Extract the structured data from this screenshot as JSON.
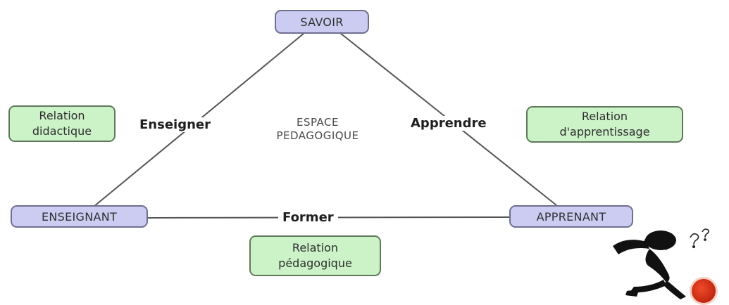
{
  "nodes": {
    "savoir": "SAVOIR",
    "enseignant": "ENSEIGNANT",
    "apprenant": "APPRENANT"
  },
  "verbs": {
    "enseigner": "Enseigner",
    "apprendre": "Apprendre",
    "former": "Former"
  },
  "center": {
    "line1": "ESPACE",
    "line2": "PEDAGOGIQUE"
  },
  "relations": {
    "didactique": {
      "line1": "Relation",
      "line2": "didactique"
    },
    "apprentissage": {
      "line1": "Relation",
      "line2": "d'apprentissage"
    },
    "pedagogique": {
      "line1": "Relation",
      "line2": "pédagogique"
    }
  },
  "colors": {
    "node_fill": "#ccccf2",
    "relation_fill": "#ccf2c8",
    "edge": "#555555"
  },
  "icons": [
    "thinking-figure-icon",
    "question-mark-icon",
    "red-circle-button-icon"
  ]
}
